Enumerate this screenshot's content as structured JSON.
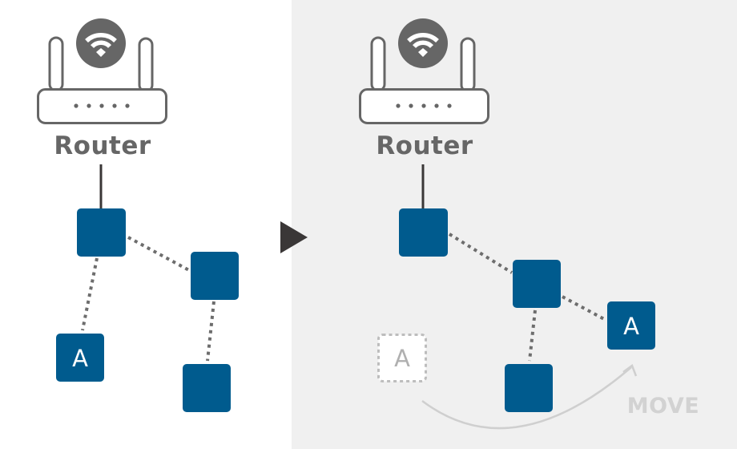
{
  "diagram": {
    "title": "Node relocation in mesh network",
    "colors": {
      "node_fill": "#005b8e",
      "node_text": "#ffffff",
      "router_gray": "#666666",
      "link_dotted": "#6d6d6d",
      "link_solid": "#3a3737",
      "ghost_border": "#bdbdbd",
      "ghost_text": "#b0b0b0",
      "move_arrow": "#cfcfcf",
      "right_panel_bg": "#f0f0f0",
      "transition_arrow": "#3a3737"
    },
    "before": {
      "router": {
        "label": "Router",
        "icon": "wifi-router-icon"
      },
      "nodes": [
        {
          "id": "n1",
          "label": ""
        },
        {
          "id": "n2",
          "label": ""
        },
        {
          "id": "a",
          "label": "A"
        },
        {
          "id": "n3",
          "label": ""
        }
      ],
      "links": [
        {
          "from": "router",
          "to": "n1",
          "style": "solid"
        },
        {
          "from": "n1",
          "to": "n2",
          "style": "dotted"
        },
        {
          "from": "n1",
          "to": "a",
          "style": "dotted"
        },
        {
          "from": "n2",
          "to": "n3",
          "style": "dotted"
        }
      ]
    },
    "transition": {
      "icon": "play-arrow-icon"
    },
    "after": {
      "router": {
        "label": "Router",
        "icon": "wifi-router-icon"
      },
      "nodes": [
        {
          "id": "n1",
          "label": ""
        },
        {
          "id": "n2",
          "label": ""
        },
        {
          "id": "a",
          "label": "A"
        },
        {
          "id": "n3",
          "label": ""
        }
      ],
      "ghost": {
        "id": "a-previous",
        "label": "A"
      },
      "links": [
        {
          "from": "router",
          "to": "n1",
          "style": "solid"
        },
        {
          "from": "n1",
          "to": "n2",
          "style": "dotted"
        },
        {
          "from": "n2",
          "to": "a",
          "style": "dotted"
        },
        {
          "from": "n2",
          "to": "n3",
          "style": "dotted"
        }
      ],
      "move": {
        "label": "MOVE",
        "from": "a-previous",
        "to": "a"
      }
    }
  }
}
